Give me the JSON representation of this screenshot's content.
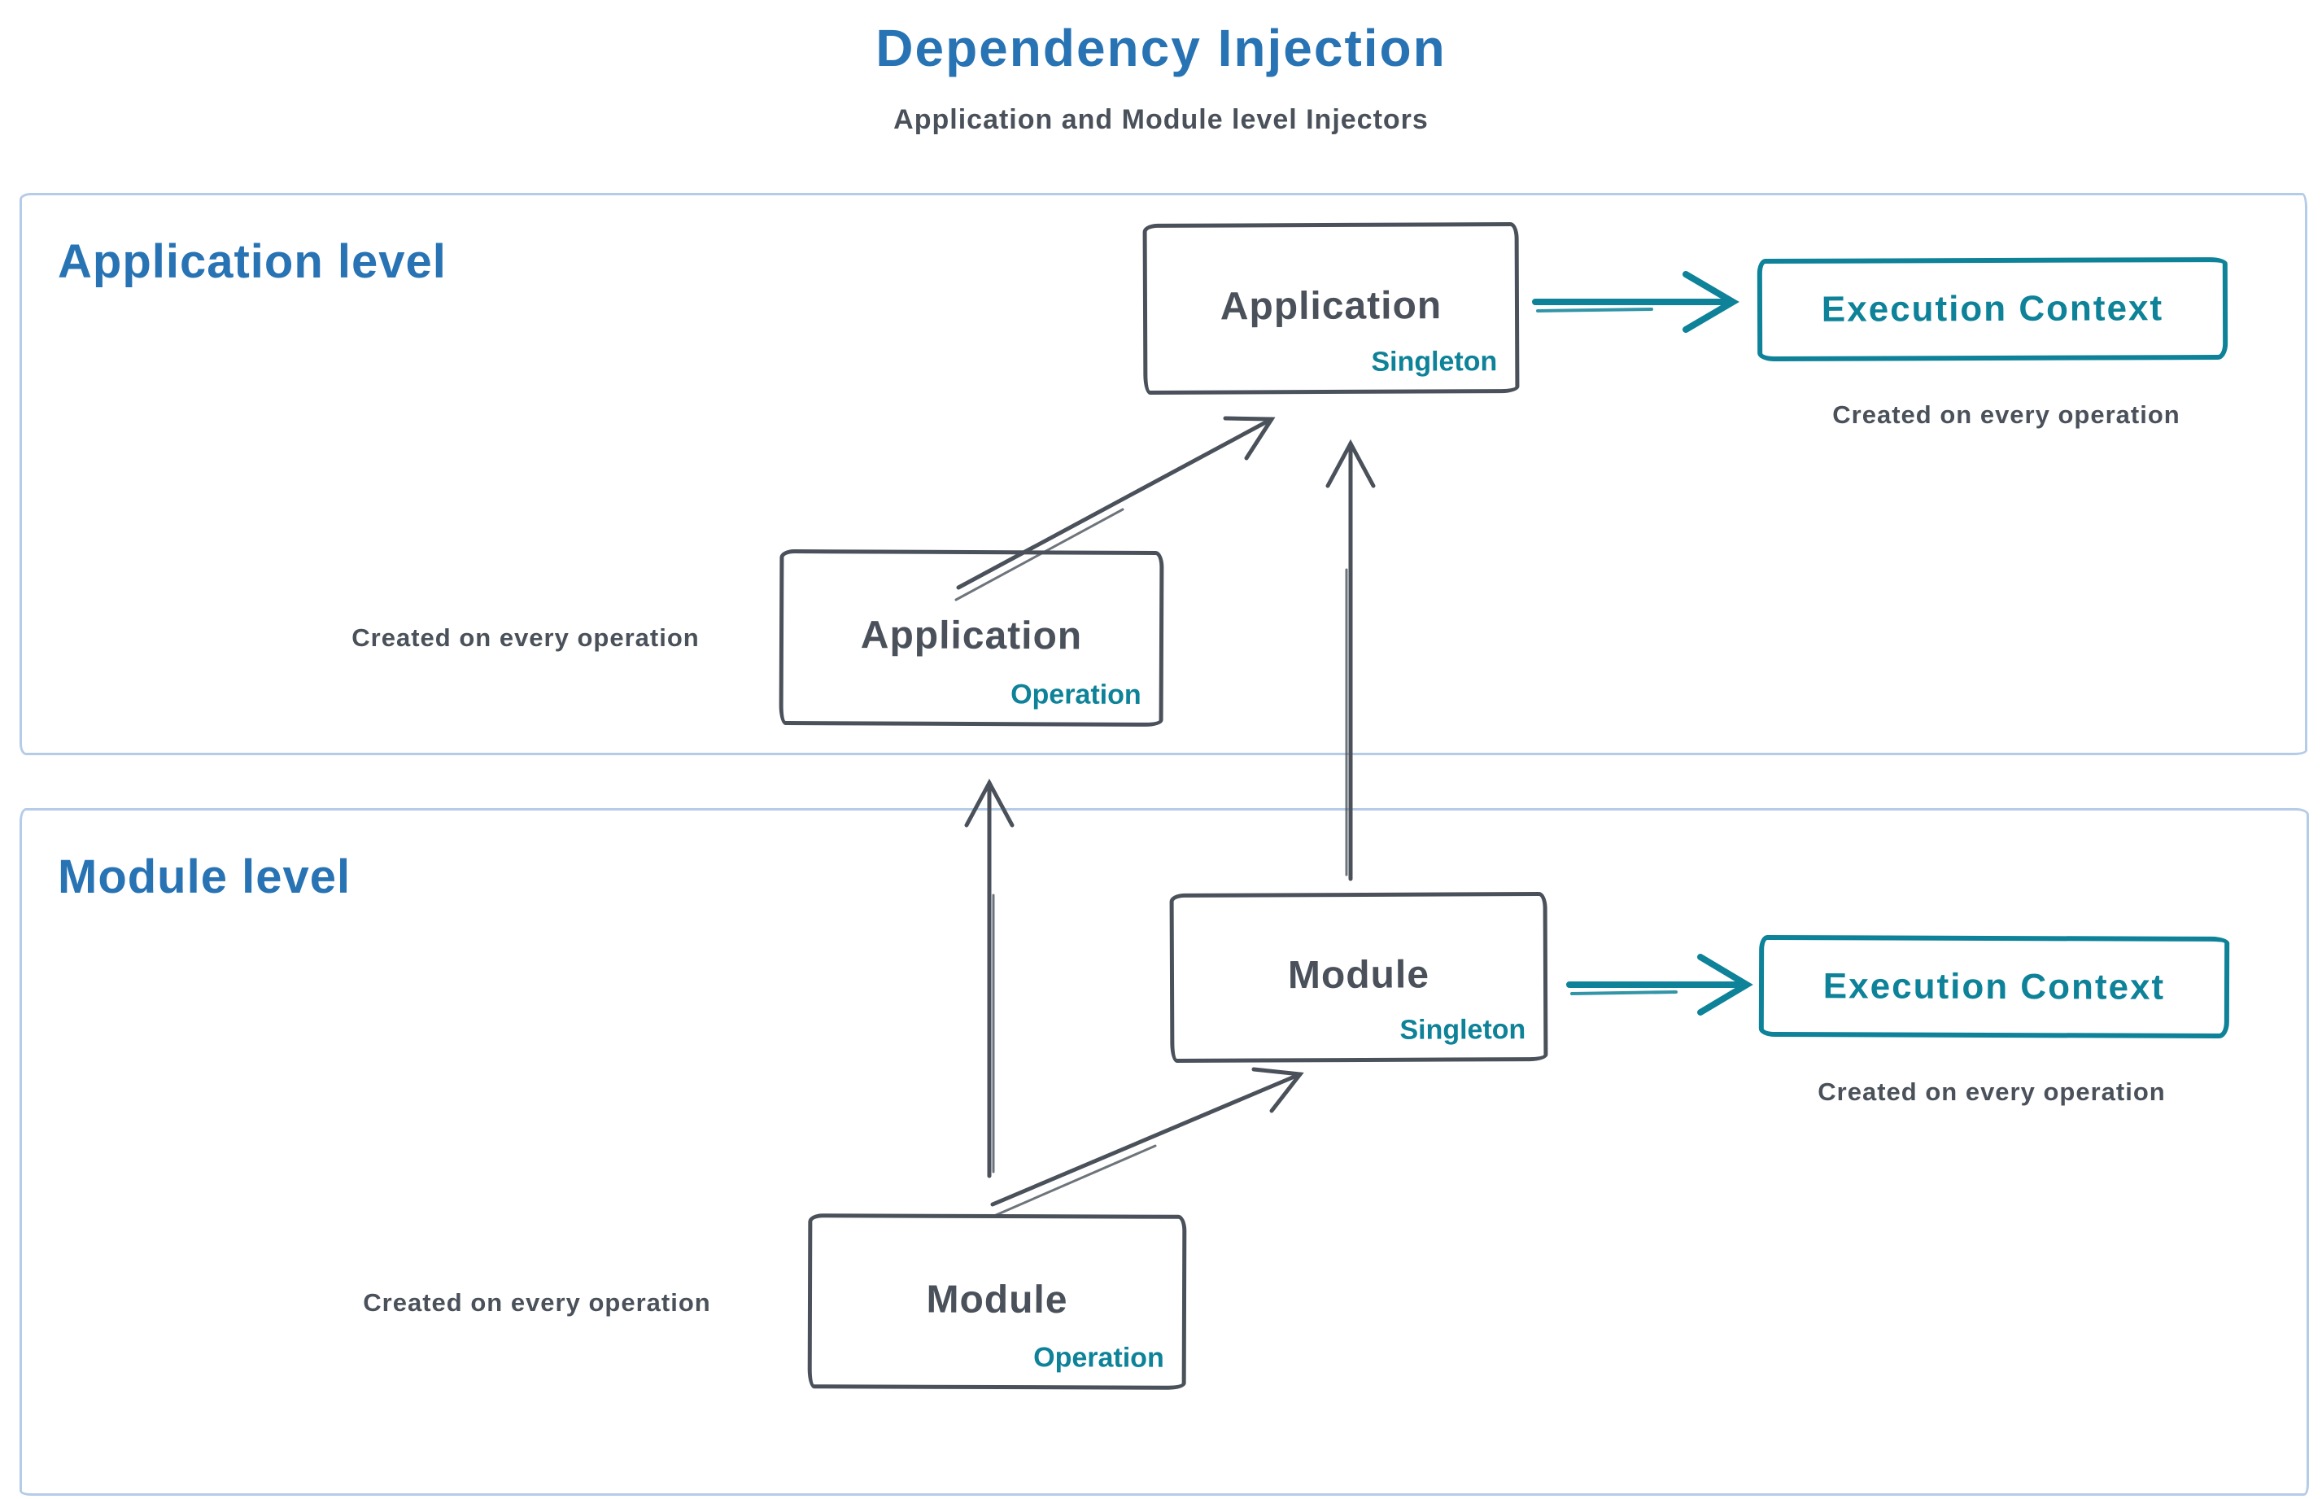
{
  "header": {
    "title": "Dependency Injection",
    "subtitle": "Application and Module level Injectors"
  },
  "colors": {
    "blue": "#2873b4",
    "dark": "#4a515a",
    "teal": "#0d8298",
    "section_border": "#b5cce8",
    "bg": "#ffffff"
  },
  "sections": {
    "application": {
      "label": "Application level",
      "singleton_box": {
        "title": "Application",
        "tag": "Singleton"
      },
      "operation_box": {
        "title": "Application",
        "tag": "Operation"
      },
      "execution_box": {
        "label": "Execution Context"
      },
      "execution_caption": "Created on every operation",
      "operation_caption": "Created on every operation"
    },
    "module": {
      "label": "Module level",
      "singleton_box": {
        "title": "Module",
        "tag": "Singleton"
      },
      "operation_box": {
        "title": "Module",
        "tag": "Operation"
      },
      "execution_box": {
        "label": "Execution Context"
      },
      "execution_caption": "Created on every operation",
      "operation_caption": "Created on every operation"
    }
  },
  "arrows": [
    {
      "name": "app-operation-to-app-singleton"
    },
    {
      "name": "module-operation-to-app-operation"
    },
    {
      "name": "module-singleton-to-app-singleton"
    },
    {
      "name": "module-operation-to-module-singleton"
    },
    {
      "name": "app-singleton-to-execution-context"
    },
    {
      "name": "module-singleton-to-execution-context"
    }
  ]
}
